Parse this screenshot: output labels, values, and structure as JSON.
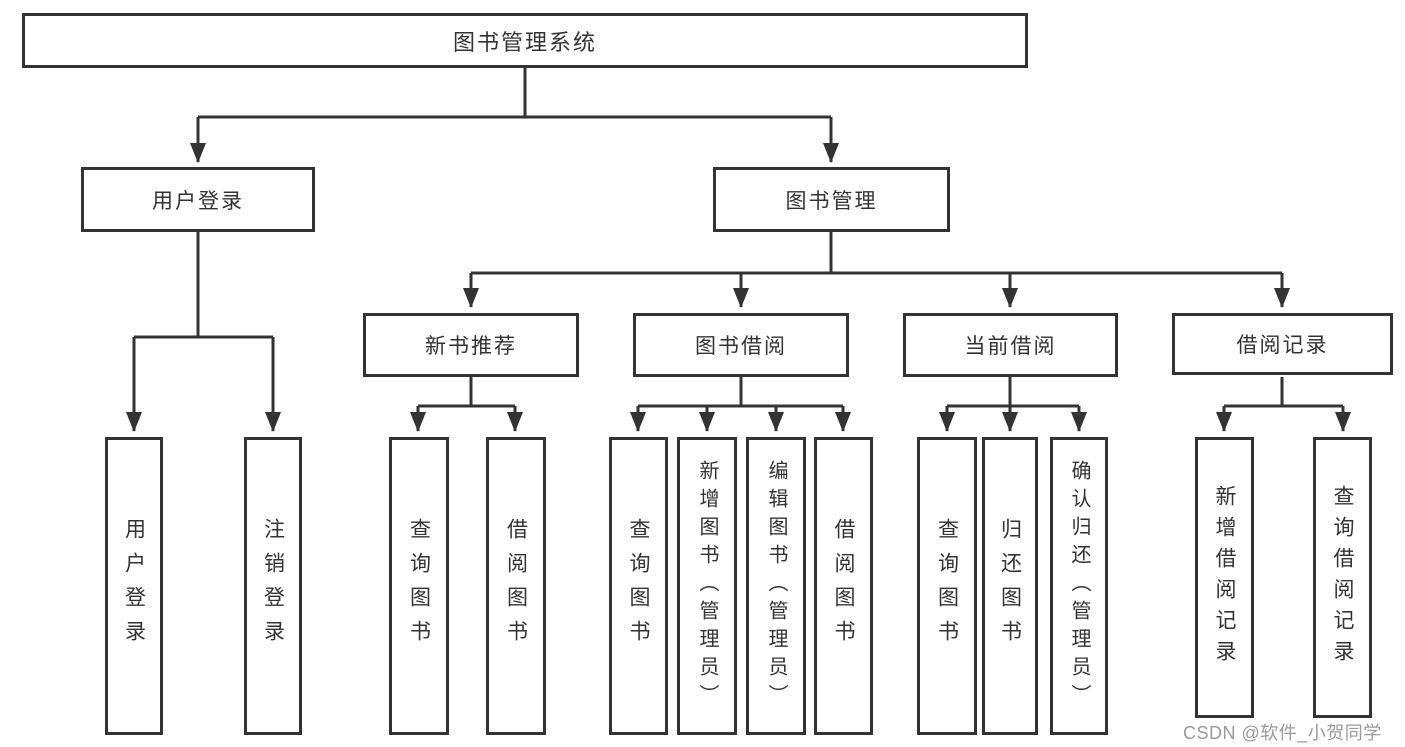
{
  "root": {
    "label": "图书管理系统"
  },
  "user_login": {
    "label": "用户登录",
    "children": [
      "用户登录",
      "注销登录"
    ]
  },
  "book_management": {
    "label": "图书管理"
  },
  "new_book_recommend": {
    "label": "新书推荐",
    "children": [
      "查询图书",
      "借阅图书"
    ]
  },
  "book_borrowing": {
    "label": "图书借阅",
    "children": [
      "查询图书",
      "新增图书（管理员）",
      "编辑图书（管理员）",
      "借阅图书"
    ]
  },
  "current_borrowing": {
    "label": "当前借阅",
    "children": [
      "查询图书",
      "归还图书",
      "确认归还（管理员）"
    ]
  },
  "borrowing_records": {
    "label": "借阅记录",
    "children": [
      "新增借阅记录",
      "查询借阅记录"
    ]
  },
  "watermark": {
    "text": "CSDN @软件_小贺同学"
  },
  "colors": {
    "line": "#333333",
    "box_border": "#333333",
    "text": "#333333",
    "watermark": "#9a9a9a",
    "background": "#ffffff"
  }
}
